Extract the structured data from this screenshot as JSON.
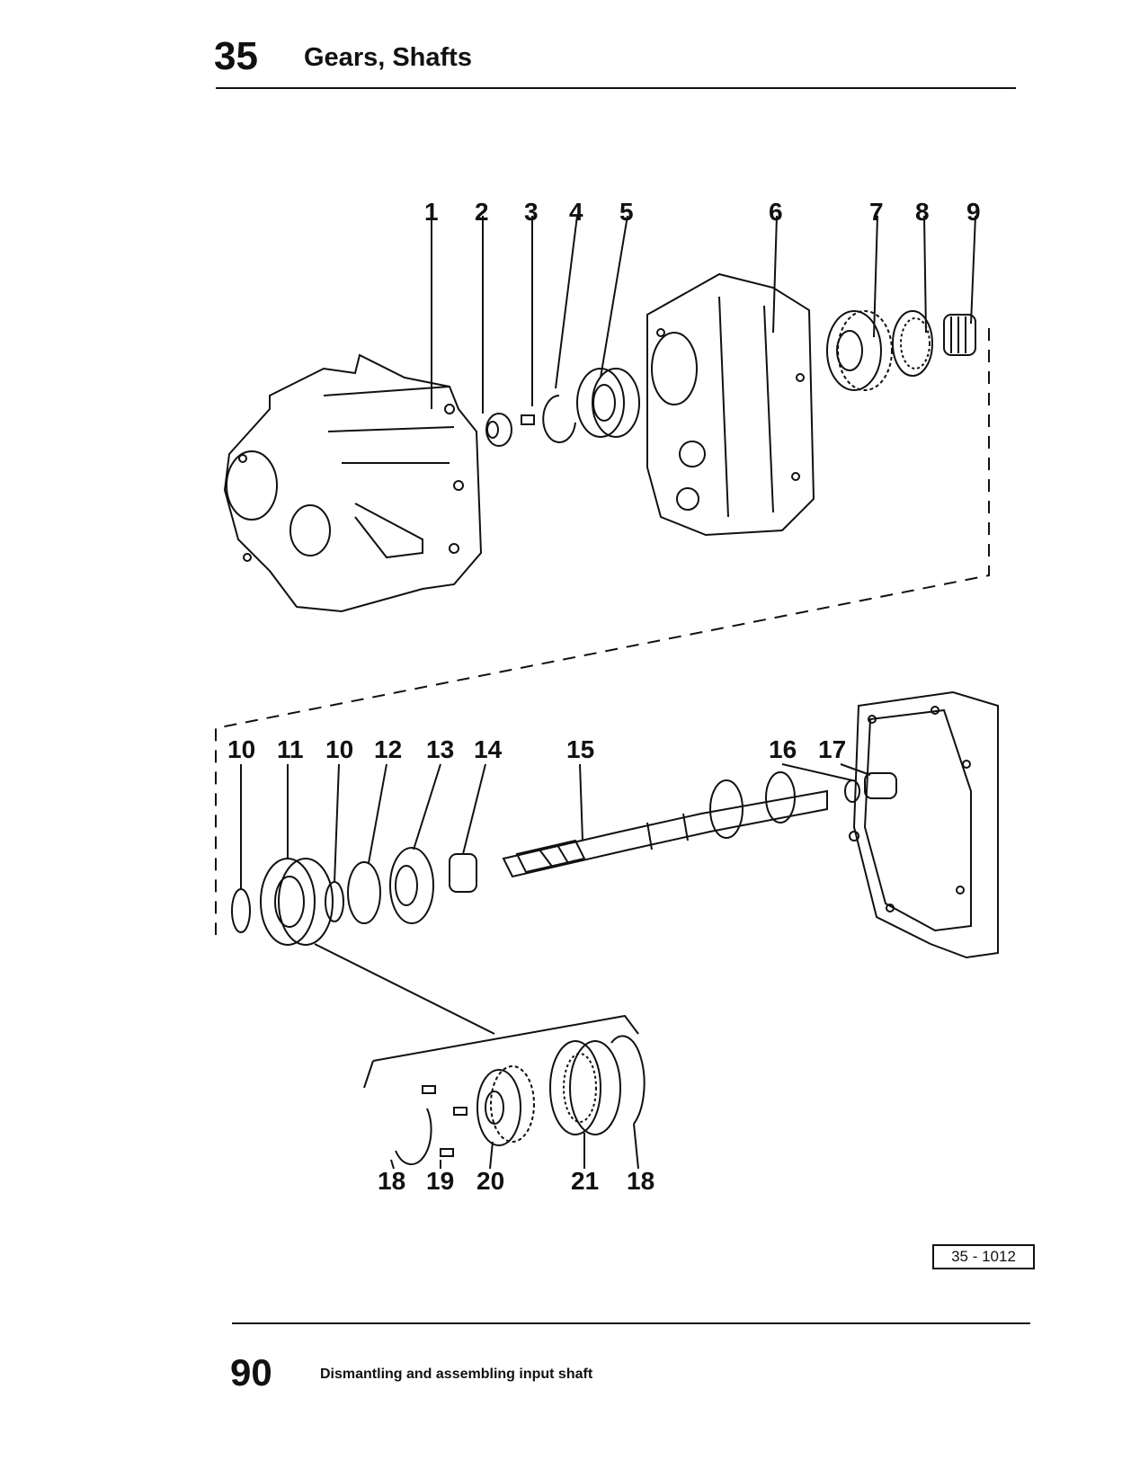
{
  "header": {
    "section_number": "35",
    "section_title": "Gears, Shafts"
  },
  "footer": {
    "page_number": "90",
    "page_title": "Dismantling and assembling input shaft"
  },
  "figure": {
    "reference": "35 - 1012",
    "callouts": {
      "c1": "1",
      "c2": "2",
      "c3": "3",
      "c4": "4",
      "c5": "5",
      "c6": "6",
      "c7": "7",
      "c8": "8",
      "c9": "9",
      "c10a": "10",
      "c11": "11",
      "c10b": "10",
      "c12": "12",
      "c13": "13",
      "c14": "14",
      "c15": "15",
      "c16": "16",
      "c17": "17",
      "c18a": "18",
      "c19": "19",
      "c20": "20",
      "c21": "21",
      "c18b": "18"
    }
  }
}
